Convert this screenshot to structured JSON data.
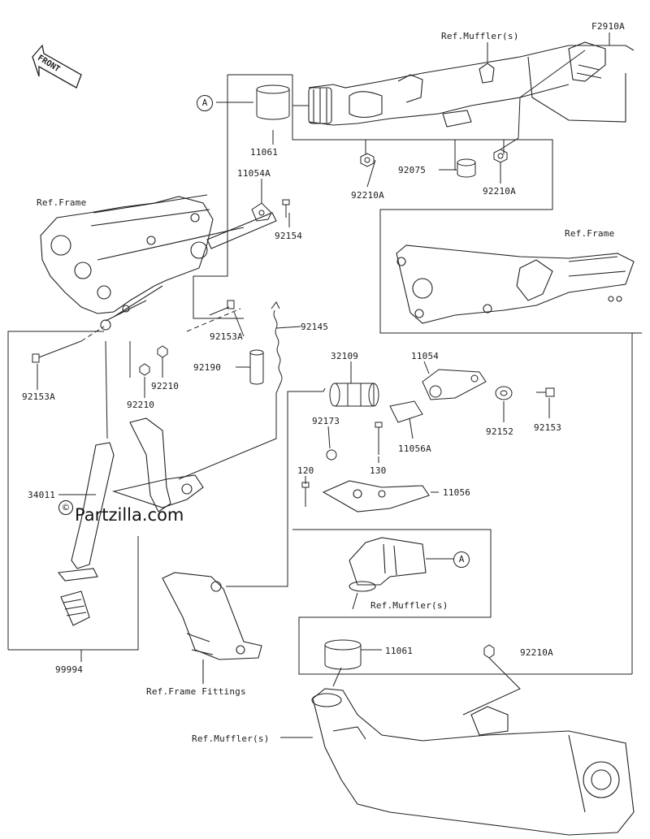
{
  "figure_id": "F2910A",
  "front_label": "FRONT",
  "watermark": "Partzilla.com",
  "watermark_symbol": "©",
  "callout_letter": "A",
  "refs": {
    "muffler_top": "Ref.Muffler(s)",
    "frame_left": "Ref.Frame",
    "frame_right": "Ref.Frame",
    "muffler_mid": "Ref.Muffler(s)",
    "frame_fittings": "Ref.Frame Fittings",
    "muffler_bottom": "Ref.Muffler(s)"
  },
  "parts": {
    "p11061_top": "11061",
    "p11054A": "11054A",
    "p92154": "92154",
    "p92210A_left": "92210A",
    "p92075": "92075",
    "p92210A_right": "92210A",
    "p92153A_mid": "92153A",
    "p92145": "92145",
    "p92153A_left": "92153A",
    "p92210_a": "92210",
    "p92190": "92190",
    "p92210_b": "92210",
    "p32109": "32109",
    "p11054": "11054",
    "p92152": "92152",
    "p92153": "92153",
    "p92173": "92173",
    "p11056A": "11056A",
    "p120": "120",
    "p130": "130",
    "p11056": "11056",
    "p34011": "34011",
    "p99994": "99994",
    "p11061_bottom": "11061",
    "p92210A_bottom": "92210A"
  }
}
